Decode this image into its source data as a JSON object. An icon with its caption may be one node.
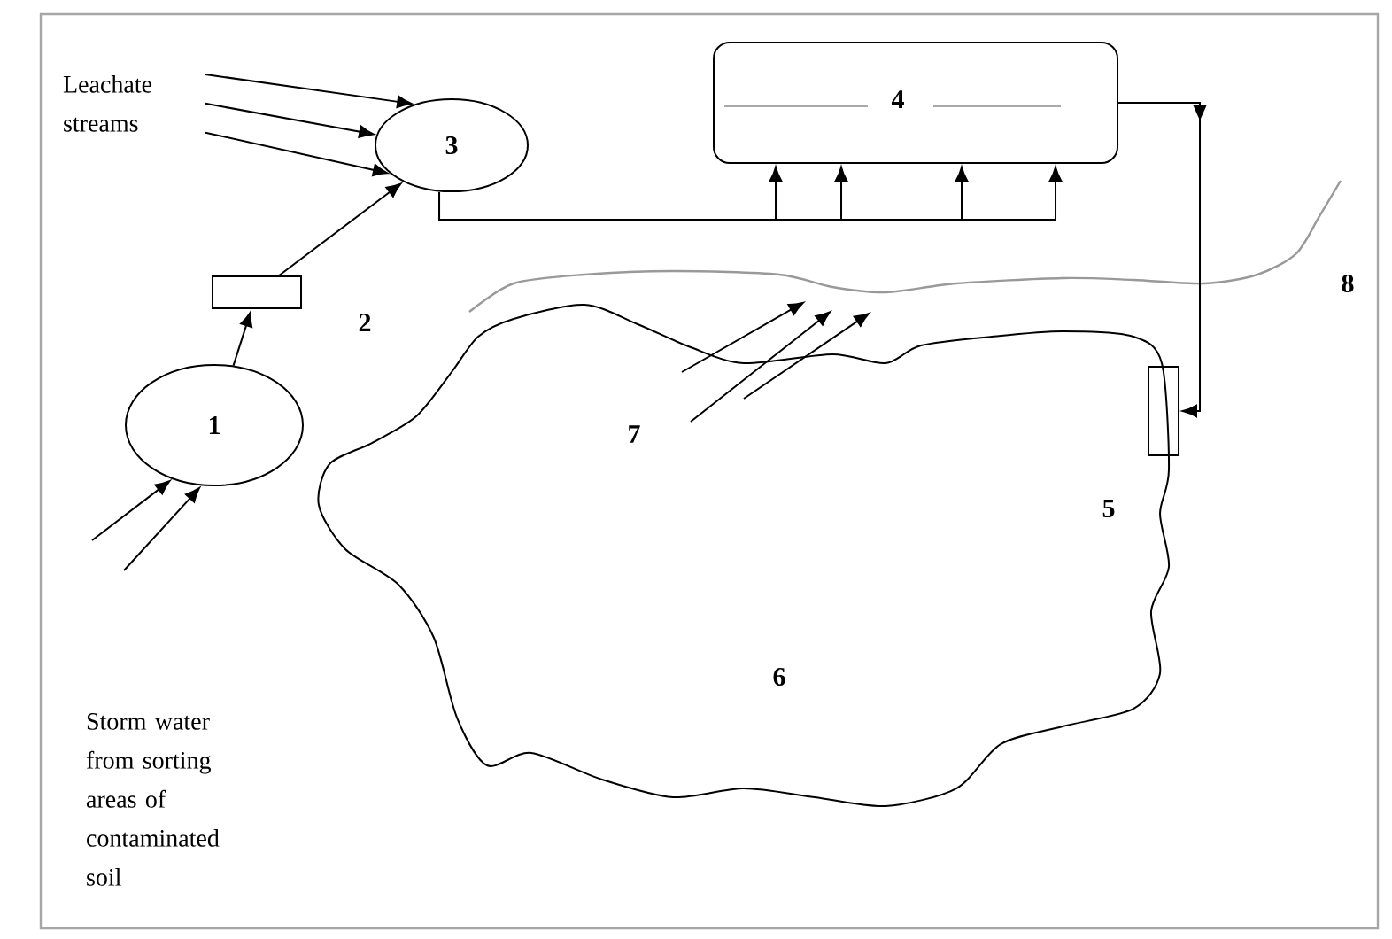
{
  "diagram": {
    "nodes": [
      {
        "text": [
          "1"
        ]
      },
      {
        "text": [],
        "shape": "box"
      },
      {
        "text": [
          "3"
        ]
      },
      {
        "text": [
          "4"
        ]
      },
      {
        "text": [],
        "shape": "box"
      },
      {
        "text": [
          "6"
        ]
      },
      {
        "text": [
          "Leachate streams"
        ]
      }
    ],
    "edges": [
      {
        "from": 6,
        "to": 2,
        "arrow": "to"
      },
      {
        "from": 6,
        "to": 2,
        "arrow": "to"
      },
      {
        "from": 6,
        "to": 2,
        "arrow": "to"
      },
      {
        "from": null,
        "to": 0,
        "arrow": "to"
      },
      {
        "from": null,
        "to": 0,
        "arrow": "to"
      },
      {
        "from": 0,
        "to": 1,
        "arrow": "to"
      },
      {
        "from": 1,
        "to": 2,
        "arrow": "to"
      },
      {
        "from": 2,
        "to": 3,
        "arrow": "to"
      },
      {
        "from": 2,
        "to": 3,
        "arrow": "to"
      },
      {
        "from": 2,
        "to": 3,
        "arrow": "to"
      },
      {
        "from": 2,
        "to": 3,
        "arrow": "to"
      },
      {
        "from": 3,
        "to": 4,
        "arrow": "to"
      }
    ],
    "labels": [
      "8",
      "2",
      "7",
      "5",
      "Storm water from sorting areas of contaminated soil"
    ]
  }
}
